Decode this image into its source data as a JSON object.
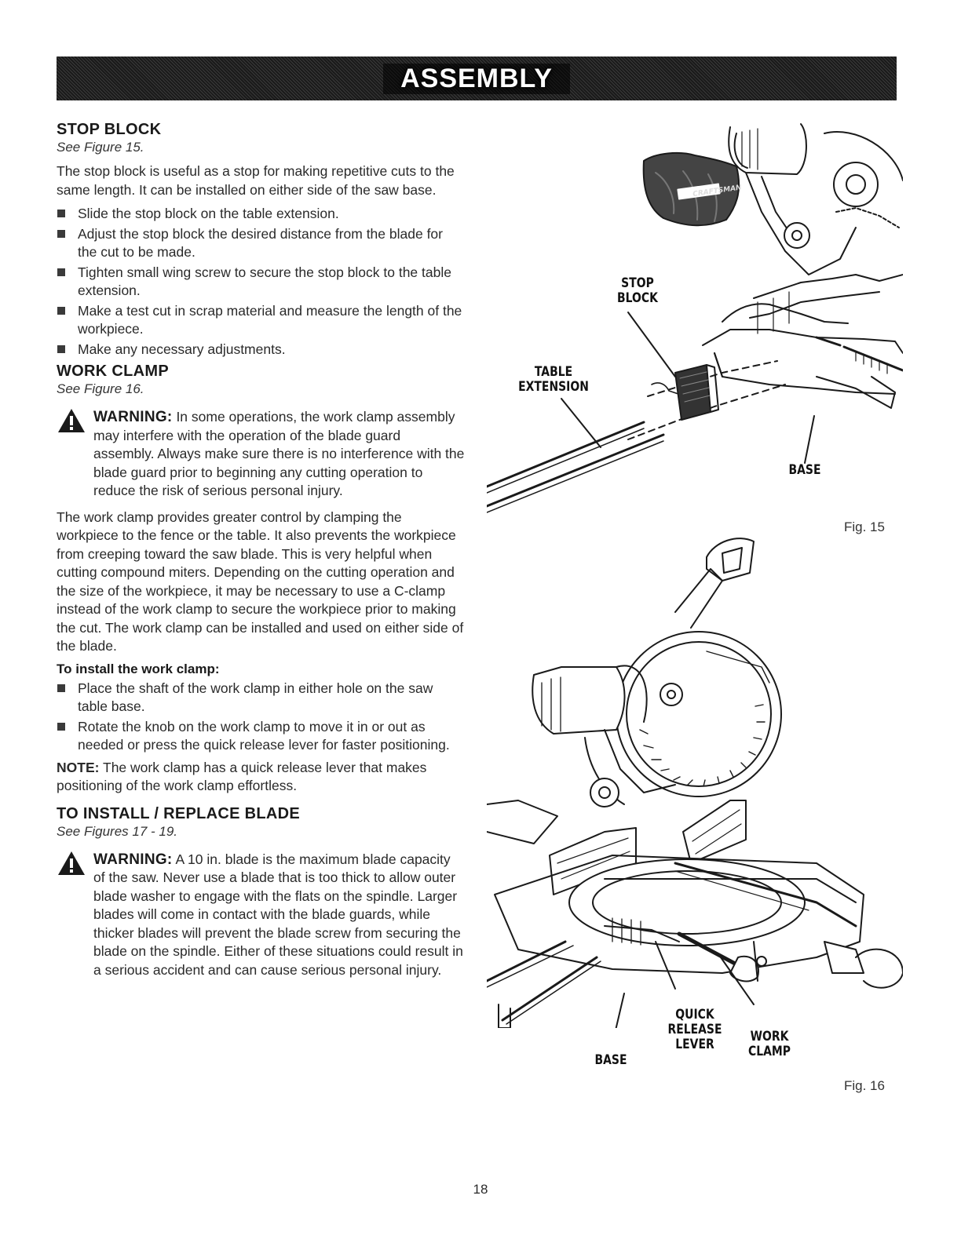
{
  "banner": {
    "title": "ASSEMBLY"
  },
  "stop_block": {
    "heading": "STOP BLOCK",
    "see_figure": "See Figure 15.",
    "intro": "The stop block is useful as a stop for making repetitive cuts to the same length. It can be installed on either side of the saw base.",
    "bullets": [
      "Slide the stop block on the table extension.",
      "Adjust the stop block the desired distance from the blade for the cut to be made.",
      "Tighten small wing screw to secure the stop block to the table extension.",
      "Make a test cut in scrap material and measure the length of the workpiece.",
      "Make any necessary adjustments."
    ]
  },
  "work_clamp": {
    "heading": "WORK CLAMP",
    "see_figure": "See Figure 16.",
    "warning_label": "WARNING:",
    "warning_text": "In some operations, the work clamp assembly may interfere with the operation of the blade guard assembly. Always make sure there is no interference with the blade guard prior to beginning any cutting operation to reduce the risk of serious personal injury.",
    "body": "The work clamp provides greater control by clamping the workpiece to the fence or the table. It also prevents the workpiece from creeping toward the saw blade. This is very helpful when cutting compound miters. Depending on the cutting operation and the size of the workpiece, it may be necessary to use a C-clamp instead of the work clamp to secure the workpiece prior to making the cut. The work clamp can be installed and used on either side of the blade.",
    "install_heading": "To install the work clamp:",
    "install_bullets": [
      "Place the shaft of the work clamp in either hole on the saw table base.",
      "Rotate the knob on the work clamp to move it in or out as needed or press the quick release lever for faster positioning."
    ],
    "note_label": "NOTE:",
    "note_text": "The work clamp has a quick release lever that makes positioning of the work clamp effortless."
  },
  "blade": {
    "heading": "TO INSTALL / REPLACE BLADE",
    "see_figure": "See Figures 17 - 19.",
    "warning_label": "WARNING:",
    "warning_text": "A 10 in. blade is the maximum blade capacity of the saw. Never use a blade that is too thick to allow outer blade washer to engage with the flats on the spindle. Larger blades will come in contact with the blade guards, while thicker blades will prevent the blade screw from securing the blade on the spindle. Either of these situations could result in a serious accident and can cause serious personal injury."
  },
  "fig15": {
    "caption": "Fig. 15",
    "labels": {
      "stop_block": "STOP\nBLOCK",
      "table_extension": "TABLE\nEXTENSION",
      "base": "BASE"
    },
    "brand": "CRAFTSMAN"
  },
  "fig16": {
    "caption": "Fig. 16",
    "labels": {
      "quick_release_lever": "QUICK\nRELEASE\nLEVER",
      "work_clamp": "WORK\nCLAMP",
      "base": "BASE"
    }
  },
  "page_number": "18"
}
